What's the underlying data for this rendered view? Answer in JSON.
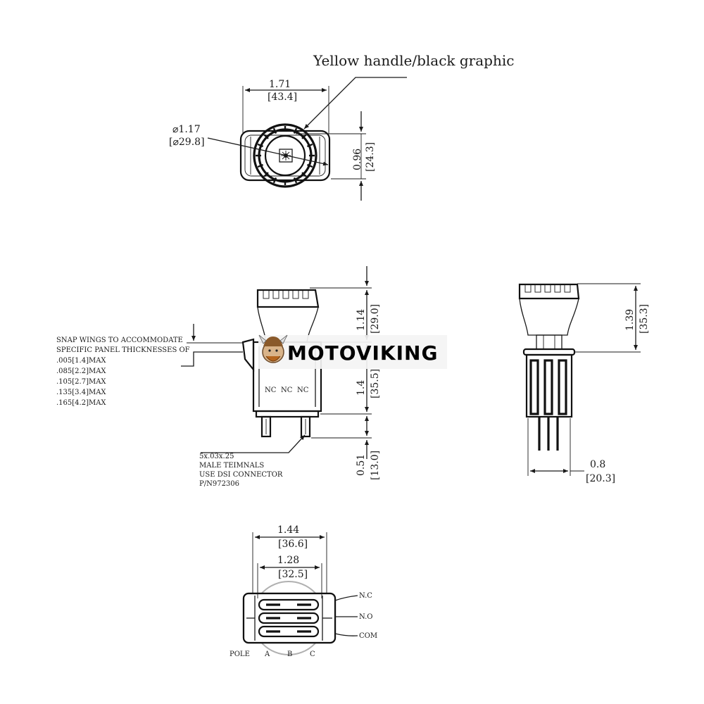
{
  "callout": {
    "text": "Yellow handle/black graphic"
  },
  "brand": {
    "name": "MOTOVIKING"
  },
  "top_view": {
    "width_in": "1.71",
    "width_mm": "[43.4]",
    "dia_in": "⌀1.17",
    "dia_mm": "[⌀29.8]",
    "height_in": "0.96",
    "height_mm": "[24.3]"
  },
  "front_view": {
    "upper_in": "1.14",
    "upper_mm": "[29.0]",
    "body_in": "1.4",
    "body_mm": "[35.5]",
    "term_in": "0.51",
    "term_mm": "[13.0]",
    "terminal_labels": [
      "NC",
      "NC",
      "NC"
    ]
  },
  "snap_note": {
    "lines": [
      "SNAP WINGS TO ACCOMMODATE",
      "SPECIFIC PANEL THICKNESSES OF",
      ".005[1.4]MAX",
      ".085[2.2]MAX",
      ".105[2.7]MAX",
      ".135[3.4]MAX",
      ".165[4.2]MAX"
    ]
  },
  "terminal_note": {
    "lines": [
      "5x.03x.25",
      "MALE TEIMNALS",
      "USE DSI CONNECTOR",
      "P/N972306"
    ]
  },
  "side_view": {
    "height_in": "1.39",
    "height_mm": "[35.3]",
    "depth_in": "0.8",
    "depth_mm": "[20.3]"
  },
  "bottom_view": {
    "outer_in": "1.44",
    "outer_mm": "[36.6]",
    "inner_in": "1.28",
    "inner_mm": "[32.5]",
    "row_labels": [
      "N.C",
      "N.O",
      "COM"
    ],
    "pole_label": "POLE",
    "pole_letters": [
      "A",
      "B",
      "C"
    ]
  }
}
